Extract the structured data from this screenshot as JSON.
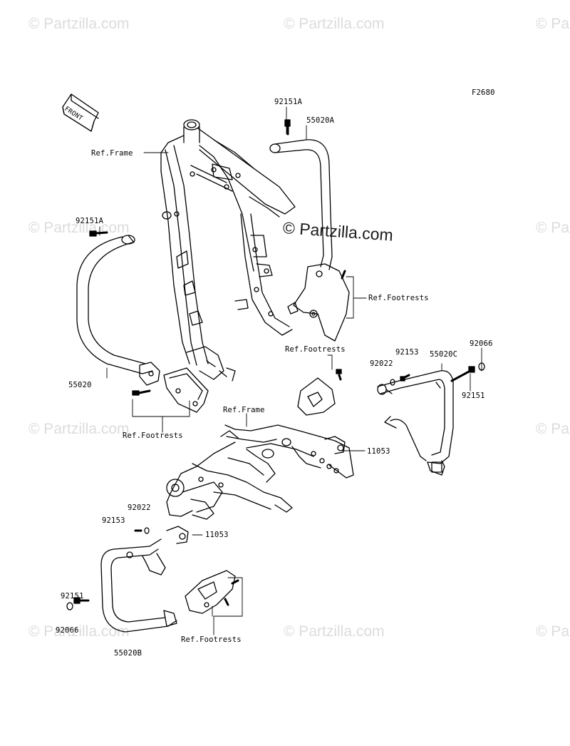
{
  "figure_code": "F2680",
  "front_marker": "FRONT",
  "watermark": {
    "text": "© Partzilla.com",
    "center_text": "© Partzilla.com"
  },
  "labels": {
    "p92151a_top": "92151A",
    "p55020a": "55020A",
    "ref_frame_top": "Ref.Frame",
    "p92151a_left": "92151A",
    "ref_footrests_right": "Ref.Footrests",
    "ref_footrests_mid": "Ref.Footrests",
    "p55020": "55020",
    "ref_footrests_left": "Ref.Footrests",
    "p92153_right": "92153",
    "p92022_right": "92022",
    "p55020c": "55020C",
    "p92066_right": "92066",
    "p92151_right": "92151",
    "ref_frame_bottom": "Ref.Frame",
    "p11053_right": "11053",
    "p92022_left": "92022",
    "p92153_left": "92153",
    "p11053_left": "11053",
    "p92151_left": "92151",
    "p92066_left": "92066",
    "p55020b": "55020B",
    "ref_footrests_bottom": "Ref.Footrests"
  }
}
